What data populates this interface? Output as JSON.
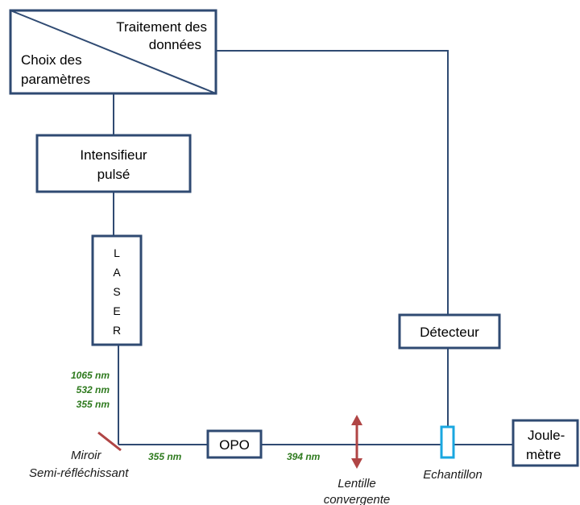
{
  "colors": {
    "line": "#2f4a72",
    "box_border": "#2f4a72",
    "mirror": "#b04545",
    "lens": "#b04545",
    "sample": "#1aa7e0",
    "wavelength_text": "#2e7a1e"
  },
  "boxes": {
    "processing": {
      "top_label": "Traitement des",
      "top_label_2": "données",
      "bottom_label": "Choix des",
      "bottom_label_2": "paramètres"
    },
    "intensifier": {
      "line1": "Intensifieur",
      "line2": "pulsé"
    },
    "laser": {
      "letters": [
        "L",
        "A",
        "S",
        "E",
        "R"
      ]
    },
    "detector": {
      "label": "Détecteur"
    },
    "opo": {
      "label": "OPO"
    },
    "joulemeter": {
      "line1": "Joule-",
      "line2": "mètre"
    }
  },
  "wavelengths": {
    "laser_output": [
      "1065 nm",
      "532 nm",
      "355 nm"
    ],
    "to_opo": "355 nm",
    "from_opo": "394 nm"
  },
  "captions": {
    "mirror_1": "Miroir",
    "mirror_2": "Semi-réfléchissant",
    "lens_1": "Lentille",
    "lens_2": "convergente",
    "sample": "Echantillon"
  }
}
